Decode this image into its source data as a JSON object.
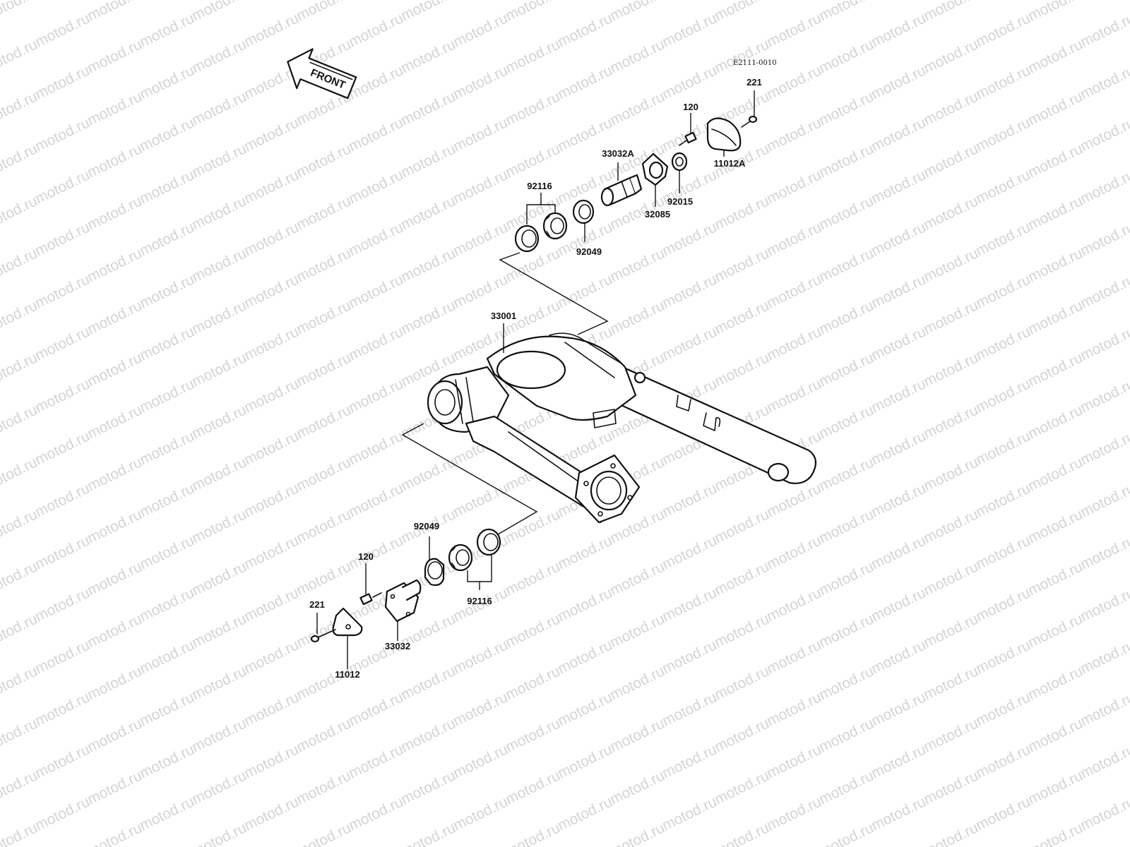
{
  "watermark": {
    "text": "motod.ru",
    "color": "#d4d4d4"
  },
  "diagram_code": "E2111-0010",
  "front_arrow": {
    "label": "FRONT"
  },
  "parts": {
    "p221_upper": "221",
    "p120_upper": "120",
    "p33032A": "33032A",
    "p11012A": "11012A",
    "p92116_upper": "92116",
    "p92015": "92015",
    "p32085": "32085",
    "p92049_upper": "92049",
    "p33001": "33001",
    "p92049_lower": "92049",
    "p120_lower": "120",
    "p221_lower": "221",
    "p92116_lower": "92116",
    "p33032": "33032",
    "p11012": "11012"
  }
}
